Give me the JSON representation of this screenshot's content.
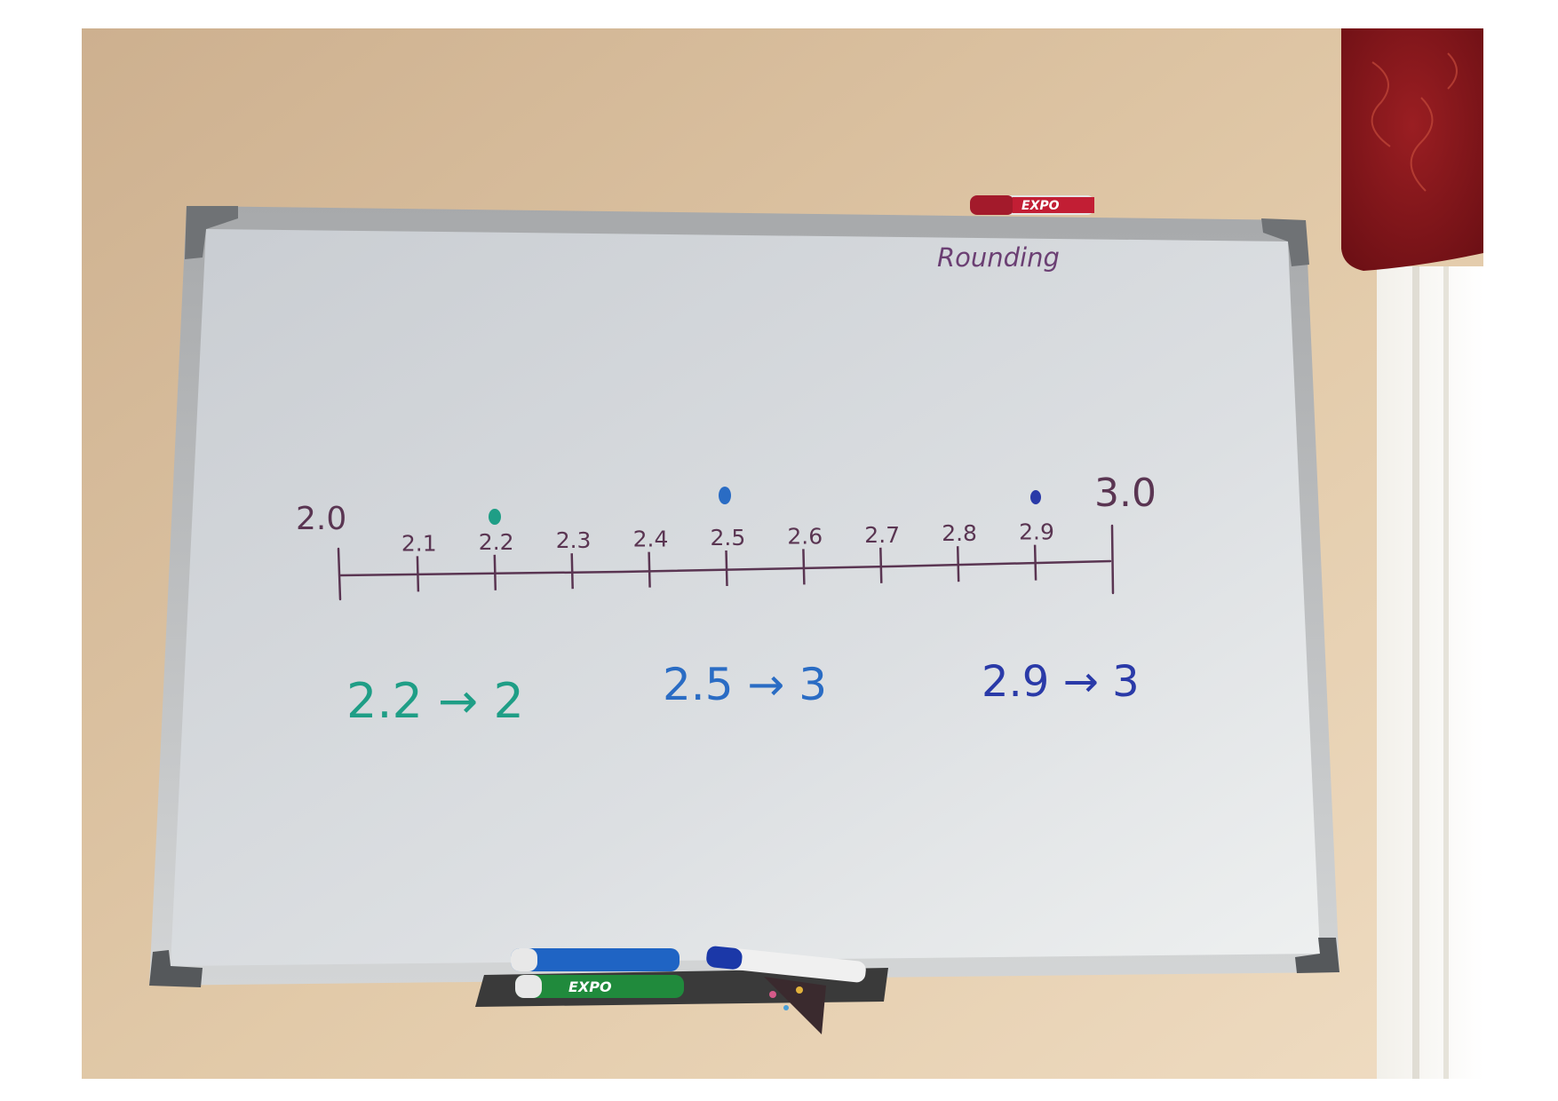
{
  "board": {
    "heading": "Rounding",
    "number_line": {
      "start_label": "2.0",
      "end_label": "3.0",
      "ticks": [
        "2.1",
        "2.2",
        "2.3",
        "2.4",
        "2.5",
        "2.6",
        "2.7",
        "2.8",
        "2.9"
      ]
    },
    "examples": [
      {
        "text": "2.2 → 2",
        "color": "#1f9e86"
      },
      {
        "text": "2.5 → 3",
        "color": "#2a6cc4"
      },
      {
        "text": "2.9 → 3",
        "color": "#2a3aa8"
      }
    ],
    "marker_labels": [
      "EXPO",
      "EXPO"
    ],
    "colors": {
      "line": "#5a3552",
      "heading": "#6b3f73",
      "dot_green": "#1f9e86",
      "dot_blue": "#2a6cc4",
      "dot_navy": "#2a3aa8"
    }
  }
}
